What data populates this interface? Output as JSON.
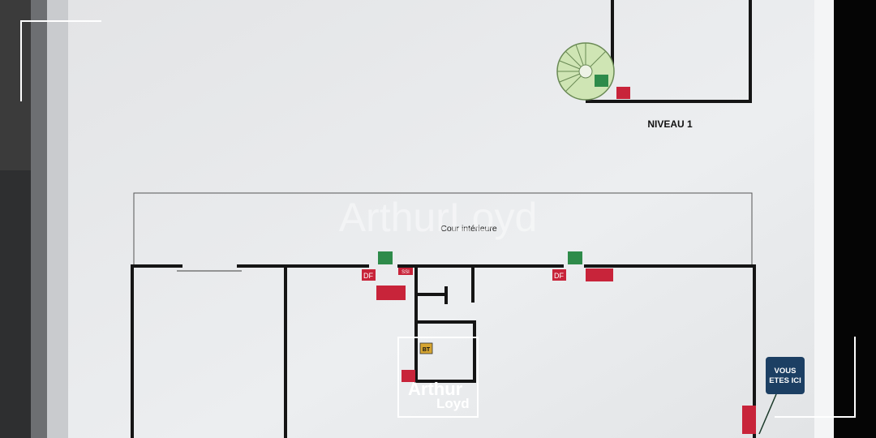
{
  "plan": {
    "level_label": "NIVEAU 1",
    "courtyard_label": "Cour intérieure",
    "you_are_here": {
      "line1": "VOUS",
      "line2": "ETES ICI",
      "color": "#1c3f63"
    },
    "signs": {
      "df": "DF",
      "ssi": "SSI",
      "bt": "BT"
    },
    "exit_sign_color": "#2e8b4a",
    "fire_sign_color": "#c8243a"
  },
  "watermark": {
    "text": "ArthurLoyd"
  },
  "logo": {
    "line1": "Arthur",
    "line2": "Loyd"
  }
}
